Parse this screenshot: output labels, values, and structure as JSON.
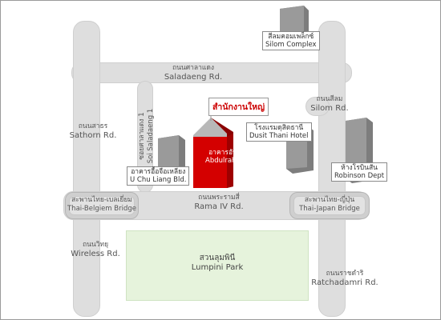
{
  "roads": {
    "saladaeng": {
      "thai": "ถนนศาลาแดง",
      "en": "Saladaeng Rd."
    },
    "silom": {
      "thai": "ถนนสีลม",
      "en": "Silom Rd."
    },
    "sathorn": {
      "thai": "ถนนสาธร",
      "en": "Sathorn Rd."
    },
    "soi_saladaeng": {
      "thai": "ซอยศาลาแดง 1",
      "en": "Soi Saladaeng 1"
    },
    "rama_iv": {
      "thai": "ถนนพระรามสี่",
      "en": "Rama IV Rd."
    },
    "wireless": {
      "thai": "ถนนวิทยุ",
      "en": "Wireless Rd."
    },
    "ratchadamri": {
      "thai": "ถนนราชดำริ",
      "en": "Ratchadamri Rd."
    }
  },
  "bridges": {
    "thai_belgium": {
      "thai": "สะพานไทย-เบลเยี่ยม",
      "en": "Thai-Belgiem Bridge"
    },
    "thai_japan": {
      "thai": "สะพานไทย-ญี่ปุ่น",
      "en": "Thai-Japan Bridge"
    }
  },
  "buildings": {
    "silom_complex": {
      "thai": "สีลมคอมเพล็กซ์",
      "en": "Silom Complex"
    },
    "dusit_thani": {
      "thai": "โรงแรมดุสิตธานี",
      "en": "Dusit Thani Hotel"
    },
    "robinson": {
      "thai": "ห้างโรบินสัน",
      "en": "Robinson Dept"
    },
    "u_chu_liang": {
      "thai": "อาคารอื้อจือเหลียง",
      "en": "U Chu Liang Bld."
    },
    "abdulrahim": {
      "thai": "อาคารอับดุลราฮิม",
      "en": "Abdulrahim Place"
    }
  },
  "headquarters": {
    "label": "สำนักงานใหญ่"
  },
  "park": {
    "thai": "สวนลุมพินี",
    "en": "Lumpini Park"
  },
  "colors": {
    "road": "#dedede",
    "building": "#8c8c8c",
    "headquarters": "#d40000",
    "headquarters_text": "#cc0000",
    "park": "#e6f3dc",
    "frame": "#9a9a9a"
  }
}
